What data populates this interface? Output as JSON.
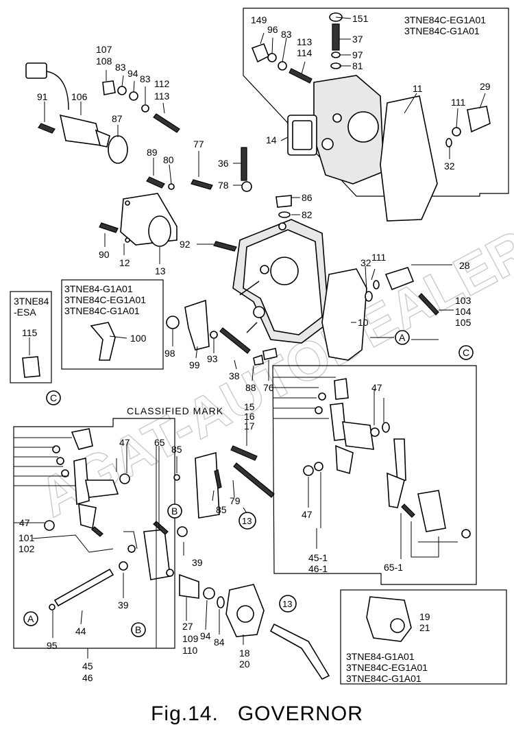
{
  "figure": {
    "caption_number": "Fig.14.",
    "caption_title": "GOVERNOR"
  },
  "watermark": "AGAT-AUTODEALER.RU",
  "model_boxes": {
    "top_right": [
      "3TNE84C-EG1A01",
      "3TNE84C-G1A01"
    ],
    "left_esa": [
      "3TNE84",
      "-ESA"
    ],
    "left_lever": [
      "3TNE84-G1A01",
      "3TNE84C-EG1A01",
      "3TNE84C-G1A01"
    ],
    "bottom_right": [
      "3TNE84-G1A01",
      "3TNE84C-EG1A01",
      "3TNE84C-G1A01"
    ]
  },
  "annotations": {
    "classified_mark": "CLASSIFIED MARK"
  },
  "ref_markers": {
    "A": "A",
    "B": "B",
    "C": "C",
    "thirteen": "13"
  },
  "part_labels": {
    "p149": "149",
    "p96": "96",
    "p83a": "83",
    "p151": "151",
    "p37": "37",
    "p113a": "113",
    "p114": "114",
    "p97": "97",
    "p81": "81",
    "p11": "11",
    "p29": "29",
    "p14": "14",
    "p111a": "111",
    "p32a": "32",
    "p107": "107",
    "p108": "108",
    "p83b": "83",
    "p94a": "94",
    "p83c": "83",
    "p112": "112",
    "p113b": "113",
    "p91": "91",
    "p106": "106",
    "p87": "87",
    "p89": "89",
    "p80": "80",
    "p77": "77",
    "p36": "36",
    "p78": "78",
    "p86": "86",
    "p82": "82",
    "p90": "90",
    "p12": "12",
    "p13": "13",
    "p92": "92",
    "p111b": "111",
    "p32b": "32",
    "p28": "28",
    "p103": "103",
    "p104": "104",
    "p105": "105",
    "p10": "10",
    "p115": "115",
    "p100": "100",
    "p98": "98",
    "p99": "99",
    "p93": "93",
    "p38": "38",
    "p88": "88",
    "p76": "76",
    "p15": "15",
    "p16": "16",
    "p17": "17",
    "p47a": "47",
    "p65a": "65",
    "p85a": "85",
    "p85b": "85",
    "p79": "79",
    "p47b": "47",
    "p101": "101",
    "p102": "102",
    "p39a": "39",
    "p39b": "39",
    "p47c": "47",
    "p47d": "47",
    "p45_1": "45-1",
    "p46_1": "46-1",
    "p65_1": "65-1",
    "p44": "44",
    "p95": "95",
    "p45": "45",
    "p46": "46",
    "p27": "27",
    "p109": "109",
    "p110": "110",
    "p94b": "94",
    "p84": "84",
    "p18": "18",
    "p20": "20",
    "p19": "19",
    "p21": "21"
  }
}
